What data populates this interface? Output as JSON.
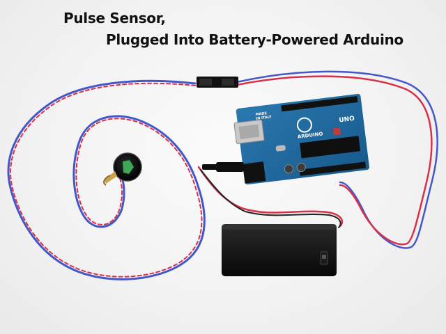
{
  "caption": {
    "line1": "Pulse Sensor,",
    "line2": "Plugged Into Battery-Powered Arduino"
  },
  "board": {
    "made_in": "MADE",
    "in_italy": "IN ITALY",
    "brand": "ARDUINO",
    "model": "UNO"
  },
  "colors": {
    "wire_red": "#d8304a",
    "wire_blue": "#4457c9",
    "board": "#1f6aa0",
    "background": "#f3f3f3"
  }
}
